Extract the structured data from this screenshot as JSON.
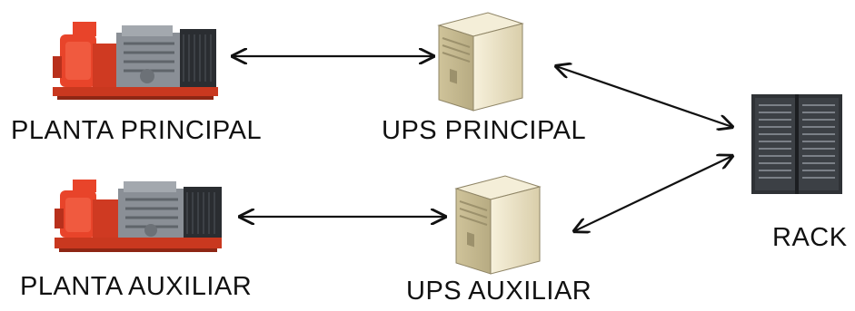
{
  "nodes": {
    "planta_principal": {
      "label": "PLANTA  PRINCIPAL"
    },
    "ups_principal": {
      "label": "UPS  PRINCIPAL"
    },
    "planta_auxiliar": {
      "label": "PLANTA  AUXILIAR"
    },
    "ups_auxiliar": {
      "label": "UPS  AUXILIAR"
    },
    "rack": {
      "label": "RACK"
    }
  },
  "edges": [
    {
      "from": "planta_principal",
      "to": "ups_principal",
      "direction": "both"
    },
    {
      "from": "planta_auxiliar",
      "to": "ups_auxiliar",
      "direction": "both"
    },
    {
      "from": "ups_principal",
      "to": "rack",
      "direction": "both"
    },
    {
      "from": "ups_auxiliar",
      "to": "rack",
      "direction": "both"
    }
  ],
  "colors": {
    "generator_body": "#e8442a",
    "generator_dark": "#b8301c",
    "engine_metal": "#8a8f96",
    "radiator": "#2a2d31",
    "server_case": "#efe6c8",
    "rack_body": "#2f3236",
    "arrow": "#111111"
  },
  "icons": {
    "generator": "generator-icon",
    "ups": "server-tower-icon",
    "rack": "server-rack-icon"
  }
}
